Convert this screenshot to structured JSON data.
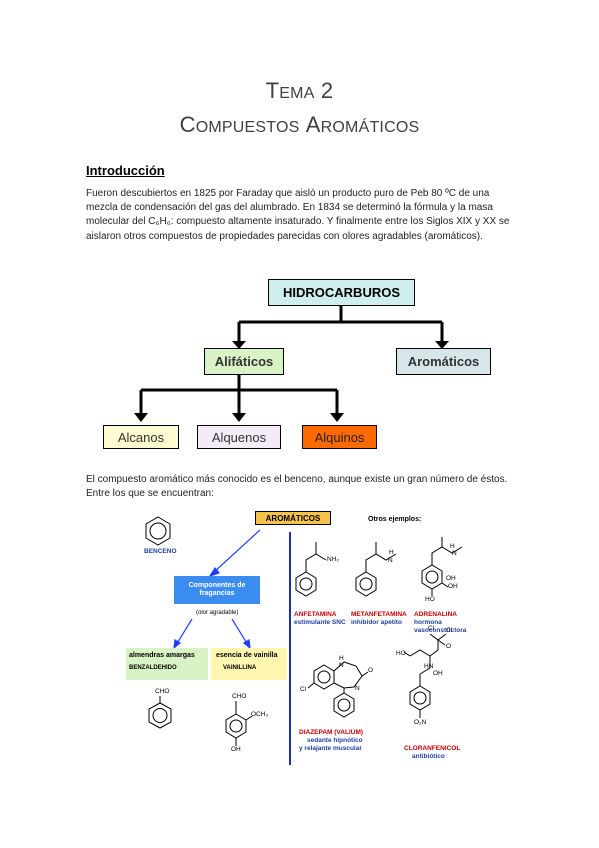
{
  "title": {
    "line1_cap": "T",
    "line1_rest": "EMA",
    "line1_num": "2",
    "line2_cap1": "C",
    "line2_rest1": "OMPUESTOS",
    "line2_cap2": "A",
    "line2_rest2": "ROMÁTICOS"
  },
  "intro": {
    "heading": "Introducción",
    "para1": "Fueron descubiertos en 1825 por Faraday que aisló un producto puro de Peb 80 ºC de una mezcla de condensación del gas del alumbrado. En 1834 se determinó la fórmula y la masa molecular del C₆H₆: compuesto altamente insaturado. Y finalmente entre los Siglos XIX y XX se aislaron otros compuestos de propiedades parecidas con olores agradables (aromáticos).",
    "para2": "El compuesto aromático más conocido es el benceno, aunque existe un gran número de éstos. Entre los que se encuentran:"
  },
  "tree": {
    "root": "HIDROCARBUROS",
    "alif": "Alifáticos",
    "arom": "Aromáticos",
    "alcanos": "Alcanos",
    "alquenos": "Alquenos",
    "alquinos": "Alquinos",
    "colors": {
      "root": "#cfeeee",
      "alif": "#d9f2c6",
      "arom": "#d6e6ea",
      "alcanos": "#fffbd0",
      "alquenos": "#f3ecf8",
      "alquinos": "#ff6a00"
    }
  },
  "figure": {
    "aromaticos": "AROMÁTICOS",
    "otros": "Otros ejemplos:",
    "benceno": "BENCENO",
    "componentes": "Componentes de fragancias",
    "olor": "(olor agradable)",
    "almendras": "almendras amargas",
    "benzaldehido": "BENZALDEHIDO",
    "vainilla": "esencia de vainilla",
    "vainillina": "VAINILLINA",
    "cho1": "CHO",
    "cho2": "CHO",
    "och3": "OCH₃",
    "oh_van": "OH",
    "nh2": "NH₂",
    "h_met": "H",
    "n_met": "N",
    "h_adr": "H",
    "n_adr": "N",
    "oh_adr1": "OH",
    "ho_adr": "HO",
    "oh_adr2": "OH",
    "anfetamina": "ANFETAMINA",
    "anf_desc": "estimulante SNC",
    "metanfetamina": "METANFETAMINA",
    "met_desc": "inhibidor apetito",
    "adrenalina": "ADRENALINA",
    "adr_desc1": "hormona",
    "adr_desc2": "vasoconstrictora",
    "diaz_h": "H",
    "diaz_n": "N",
    "diaz_o": "O",
    "diaz_cl": "Cl",
    "diaz_n2": "N",
    "diazepam": "DIAZEPAM (VALIUM)",
    "diaz_desc1": "sedante hipnótico",
    "diaz_desc2": "y relajante muscular",
    "clo_cl1": "Cl",
    "clo_cl2": "Cl",
    "clo_o": "O",
    "clo_ho": "HO",
    "clo_hn": "HN",
    "clo_oh": "OH",
    "clo_o2n": "O₂N",
    "cloranfenicol": "CLORANFENICOL",
    "clo_desc": "antibiótico",
    "colors": {
      "aromaticos_box": "#f6c34a",
      "componentes_box": "#3b8cf0",
      "almendras_box": "#d9f2c6",
      "vainilla_box": "#fff7b0",
      "arrow": "#1f3fff",
      "divider": "#1c2fb8"
    }
  }
}
